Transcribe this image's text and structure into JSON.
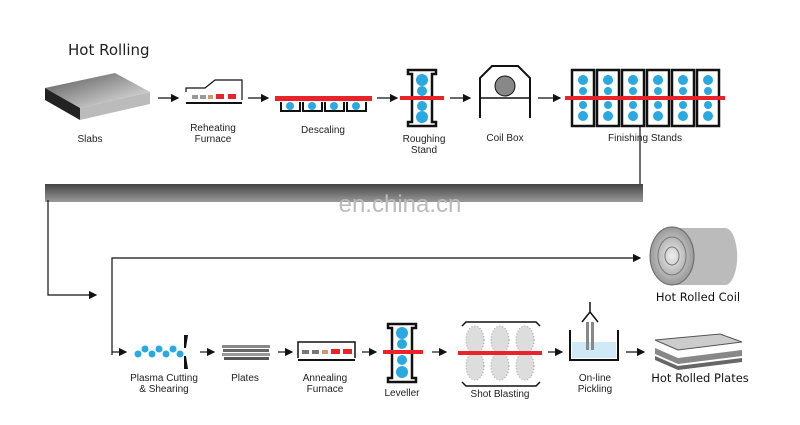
{
  "title": "Hot Rolling",
  "watermark": "en.china.cn",
  "colors": {
    "steel_red": "#e8232a",
    "roller_blue": "#29a9e0",
    "band_gray": "#666666"
  },
  "top_row": [
    {
      "label": "Slabs"
    },
    {
      "label_line1": "Reheating",
      "label_line2": "Furnace"
    },
    {
      "label": "Descaling"
    },
    {
      "label_line1": "Roughing",
      "label_line2": "Stand"
    },
    {
      "label": "Coil Box"
    },
    {
      "label": "Finishing Stands"
    }
  ],
  "coil_output": {
    "label": "Hot Rolled Coil"
  },
  "bottom_row": [
    {
      "label_line1": "Plasma Cutting",
      "label_line2": "& Shearing"
    },
    {
      "label": "Plates"
    },
    {
      "label_line1": "Annealing",
      "label_line2": "Furnace"
    },
    {
      "label": "Leveller"
    },
    {
      "label": "Shot Blasting"
    },
    {
      "label_line1": "On-line",
      "label_line2": "Pickling"
    },
    {
      "label": "Hot Rolled Plates"
    }
  ]
}
